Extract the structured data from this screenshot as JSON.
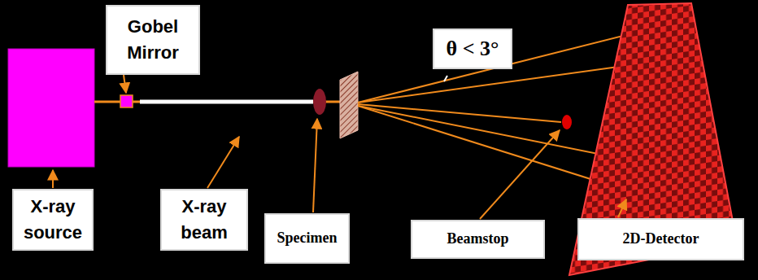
{
  "diagram": {
    "nodes": [
      {
        "text": [
          "Gobel Mirror"
        ]
      },
      {
        "text": [
          "θ < 3°"
        ]
      },
      {
        "text": [
          "X-ray source"
        ]
      },
      {
        "text": [
          "X-ray beam"
        ]
      },
      {
        "text": [
          "Specimen"
        ]
      },
      {
        "text": [
          "Beamstop"
        ]
      },
      {
        "text": [
          "2D-Detector"
        ]
      }
    ]
  }
}
